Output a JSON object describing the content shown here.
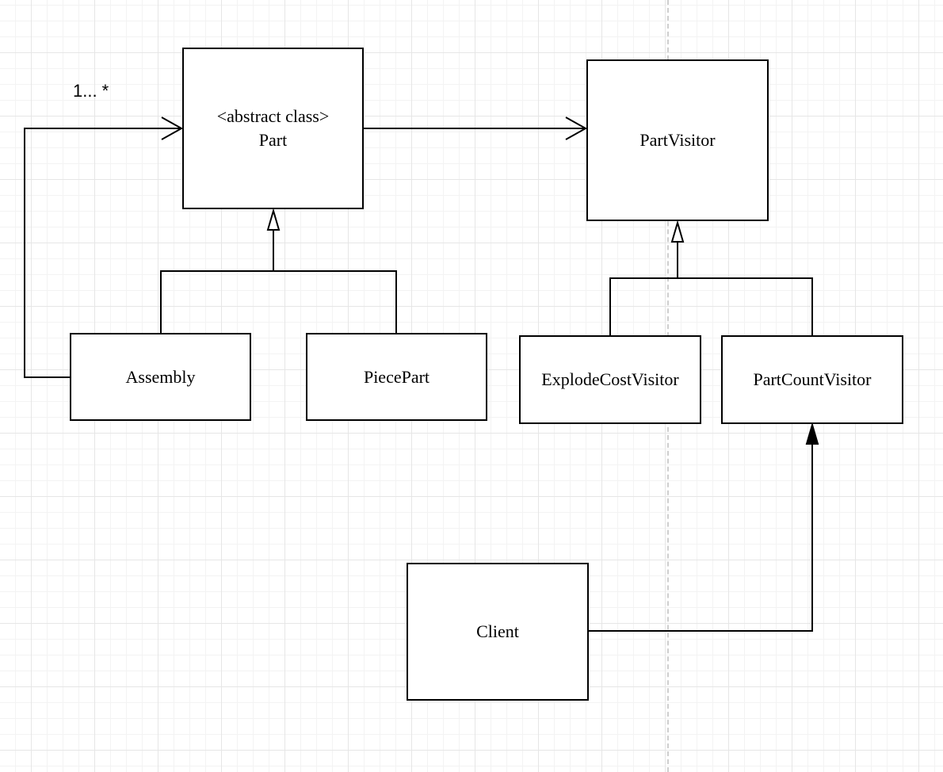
{
  "diagram": {
    "classes": {
      "part": {
        "stereotype": "<abstract class>",
        "name": "Part"
      },
      "part_visitor": {
        "name": "PartVisitor"
      },
      "assembly": {
        "name": "Assembly"
      },
      "piece_part": {
        "name": "PiecePart"
      },
      "explode_cost_visitor": {
        "name": "ExplodeCostVisitor"
      },
      "part_count_visitor": {
        "name": "PartCountVisitor"
      },
      "client": {
        "name": "Client"
      }
    },
    "multiplicity": "1... *"
  }
}
